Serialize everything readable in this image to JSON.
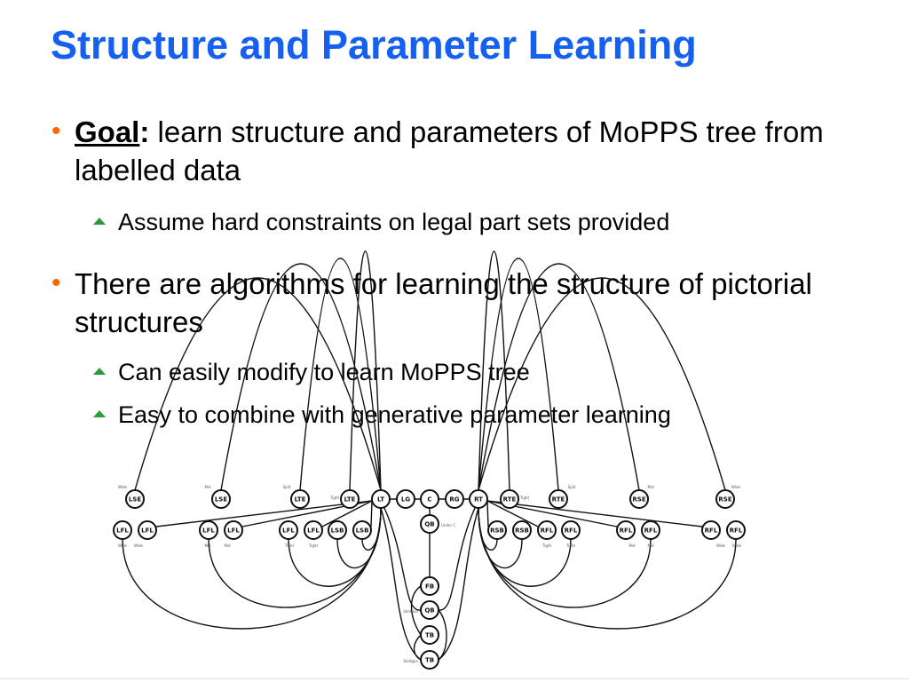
{
  "title": "Structure and Parameter Learning",
  "bullets": [
    {
      "label": "Goal",
      "colon": ":",
      "text": " learn structure and parameters of MoPPS tree from labelled data",
      "subs": [
        "Assume hard constraints on legal part sets provided"
      ]
    },
    {
      "text": "There are algorithms for learning the structure of pictorial structures",
      "subs": [
        "Can easily modify to learn MoPPS tree",
        "Easy to combine with generative parameter learning"
      ]
    }
  ],
  "diagram": {
    "top_row": [
      "LSE",
      "LSE",
      "LTE",
      "LTE",
      "LT",
      "LG",
      "C",
      "RG",
      "RT",
      "RTE",
      "RTE",
      "RSE",
      "RSE"
    ],
    "second_row": [
      "LFL",
      "LFL",
      "LFL",
      "LFL",
      "LFL",
      "LFL",
      "LSB",
      "LSB",
      "RSB",
      "RSB",
      "RFL",
      "RFL",
      "RFL",
      "RFL",
      "RFL",
      "RFL"
    ],
    "center_column": [
      "QB",
      "FB",
      "QB",
      "TB",
      "TB"
    ],
    "annotations": {
      "wide": "Wide",
      "mid": "Mid",
      "split": "Split",
      "tight": "Tight",
      "under_c": "Under C",
      "shotgun": "Shotgun"
    }
  }
}
